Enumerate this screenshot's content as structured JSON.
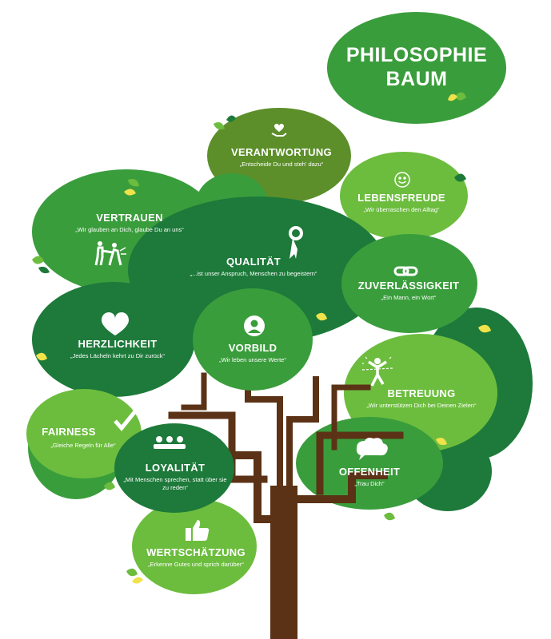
{
  "title": {
    "line1": "PHILOSOPHIE",
    "line2": "BAUM"
  },
  "colors": {
    "dark": "#1d7a3a",
    "mid": "#3a9d3c",
    "light": "#6cbd3e",
    "olive": "#5c8f2a",
    "trunk": "#5b3216"
  },
  "values": [
    {
      "key": "verantwortung",
      "title": "VERANTWORTUNG",
      "quote": "„Entscheide Du und steh' dazu“",
      "icon": "heart-hand-icon"
    },
    {
      "key": "lebensfreude",
      "title": "LEBENSFREUDE",
      "quote": "„Wir überraschen den Alltag“",
      "icon": "smiley-icon"
    },
    {
      "key": "vertrauen",
      "title": "VERTRAUEN",
      "quote": "„Wir glauben an Dich, glaube Du an uns“",
      "icon": "people-helping-icon"
    },
    {
      "key": "qualitaet",
      "title": "QUALITÄT",
      "quote": "„...ist unser Anspruch, Menschen zu begeistern“",
      "icon": "award-ribbon-icon"
    },
    {
      "key": "zuverlaessigkeit",
      "title": "ZUVERLÄSSIGKEIT",
      "quote": "„Ein Mann, ein Wort“",
      "icon": "chain-link-icon"
    },
    {
      "key": "herzlichkeit",
      "title": "HERZLICHKEIT",
      "quote": "„Jedes Lächeln kehrt zu Dir zurück“",
      "icon": "heart-icon"
    },
    {
      "key": "vorbild",
      "title": "VORBILD",
      "quote": "„Wir leben unsere Werte“",
      "icon": "person-circle-icon"
    },
    {
      "key": "betreuung",
      "title": "BETREUUNG",
      "quote": "„Wir unterstützen Dich bei Deinen Zielen“",
      "icon": "finish-line-icon"
    },
    {
      "key": "fairness",
      "title": "FAIRNESS",
      "quote": "„Gleiche Regeln für Alle“",
      "icon": "checkmark-icon"
    },
    {
      "key": "loyalitaet",
      "title": "LOYALITÄT",
      "quote": "„Mit Menschen sprechen, statt über sie zu reden“",
      "icon": "group-icon"
    },
    {
      "key": "offenheit",
      "title": "OFFENHEIT",
      "quote": "„Trau Dich“",
      "icon": "speech-cloud-icon"
    },
    {
      "key": "wertschaetzung",
      "title": "WERTSCHÄTZUNG",
      "quote": "„Erkenne Gutes und sprich darüber“",
      "icon": "thumbs-up-icon"
    }
  ]
}
